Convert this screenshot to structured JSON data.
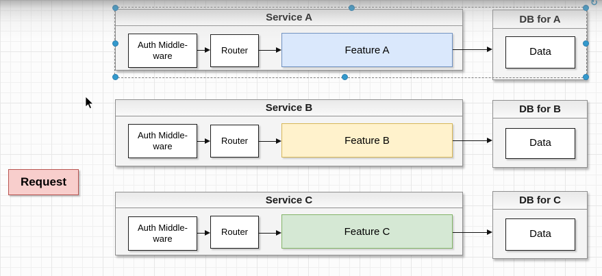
{
  "diagram": {
    "request": {
      "label": "Request",
      "fill": "#f8cecc",
      "stroke": "#b85450"
    },
    "rows": [
      {
        "service_title": "Service A",
        "auth_label": "Auth Middle-ware",
        "router_label": "Router",
        "feature": {
          "label": "Feature A",
          "fill": "#dae8fc",
          "stroke": "#6c8ebf"
        },
        "db_title": "DB for A",
        "data_label": "Data"
      },
      {
        "service_title": "Service B",
        "auth_label": "Auth Middle-ware",
        "router_label": "Router",
        "feature": {
          "label": "Feature B",
          "fill": "#fff2cc",
          "stroke": "#d6b656"
        },
        "db_title": "DB for B",
        "data_label": "Data"
      },
      {
        "service_title": "Service C",
        "auth_label": "Auth Middle-ware",
        "router_label": "Router",
        "feature": {
          "label": "Feature C",
          "fill": "#d5e8d4",
          "stroke": "#82b366"
        },
        "db_title": "DB for C",
        "data_label": "Data"
      }
    ],
    "selection": {
      "handle_color": "#3399cc",
      "rotate_glyph": "↻"
    },
    "icons": {
      "rotate_handle": "rotate-icon",
      "mouse_cursor": "arrow-pointer-icon"
    }
  }
}
